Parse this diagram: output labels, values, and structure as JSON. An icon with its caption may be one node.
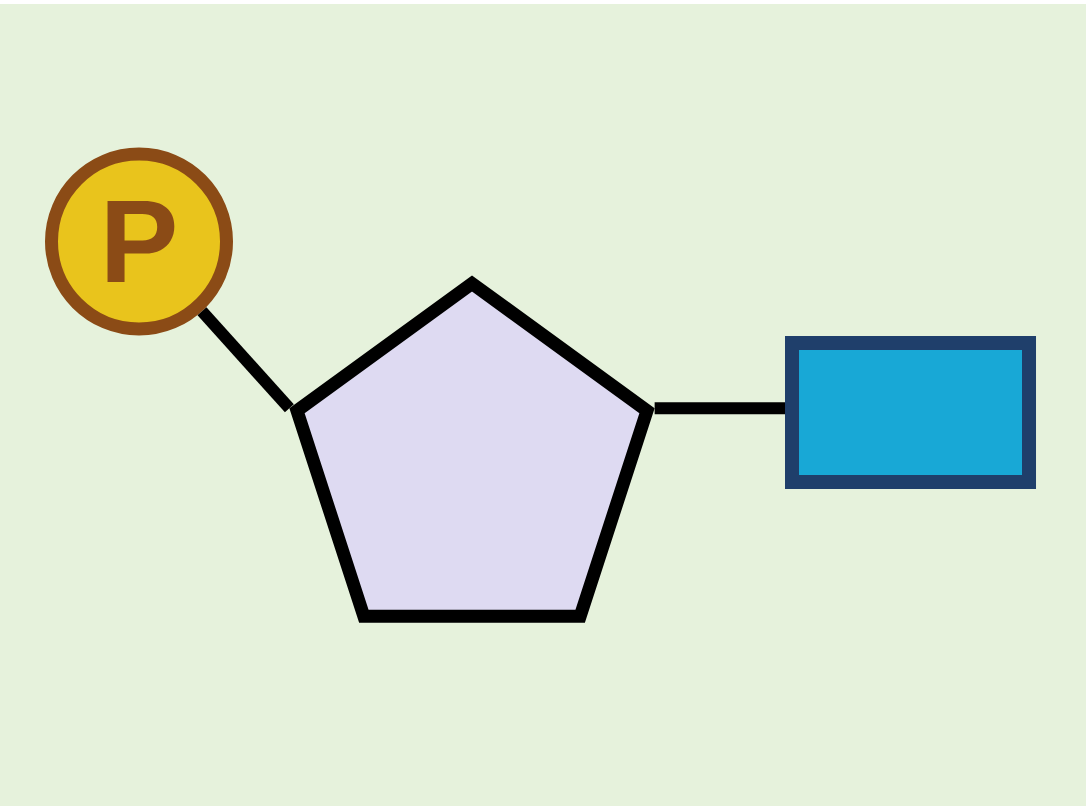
{
  "diagram": {
    "nodes": [
      {
        "text": [
          "P"
        ]
      },
      {
        "text": [],
        "shape": "pentagon"
      },
      {
        "text": [],
        "shape": "box"
      }
    ],
    "edges": [
      {
        "from": 0,
        "to": 1,
        "arrow": "none"
      },
      {
        "from": 1,
        "to": 2,
        "arrow": "none"
      }
    ]
  }
}
